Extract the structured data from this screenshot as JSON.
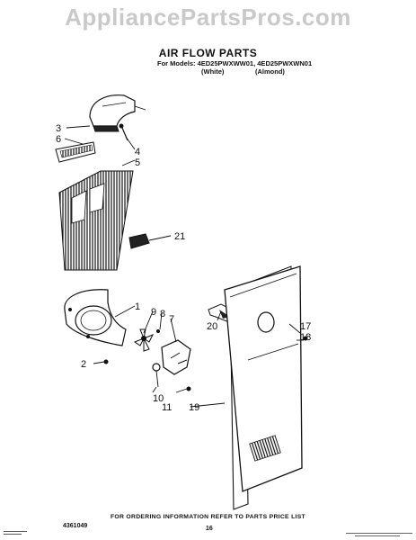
{
  "watermark": "AppliancePartsPros.com",
  "title": "AIR FLOW PARTS",
  "models_line": "For Models: 4ED25PWXWW01, 4ED25PWXWN01",
  "color_white": "(White)",
  "color_almond": "(Almond)",
  "callouts": [
    "1",
    "2",
    "3",
    "4",
    "5",
    "6",
    "7",
    "8",
    "9",
    "10",
    "11",
    "17",
    "18",
    "19",
    "20",
    "21"
  ],
  "footer_note": "FOR ORDERING INFORMATION REFER TO PARTS PRICE LIST",
  "doc_number": "4361049",
  "page_number": "16"
}
